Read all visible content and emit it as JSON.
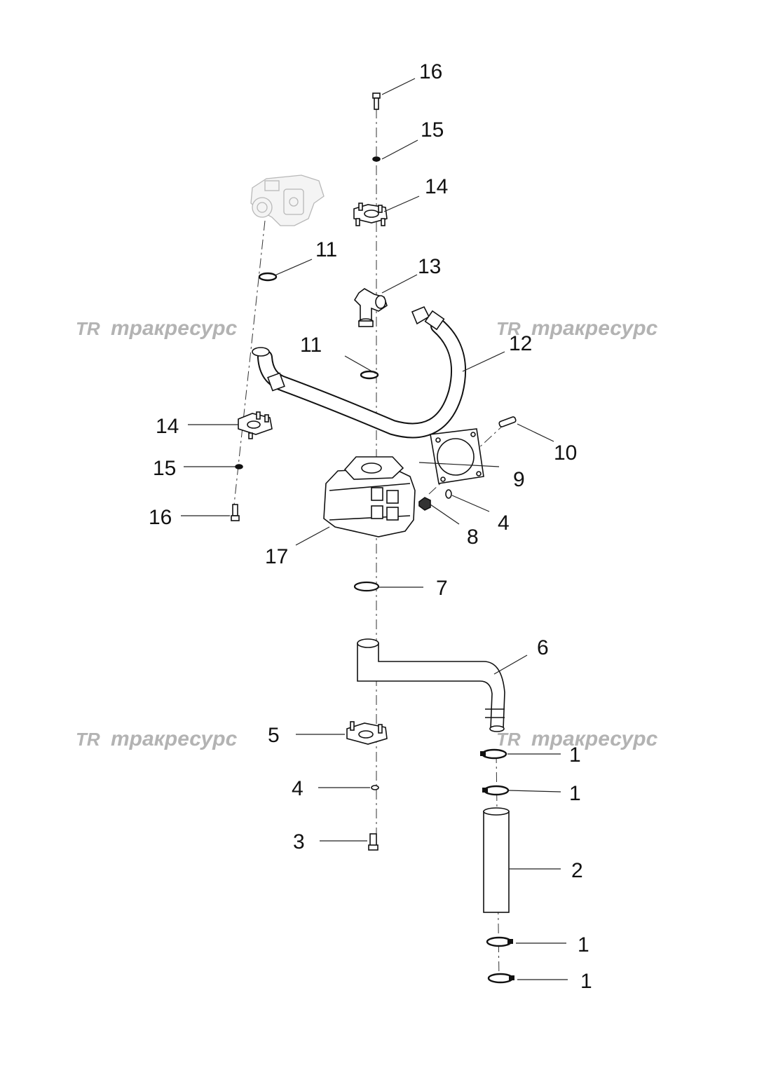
{
  "watermark": {
    "logo": "TR",
    "text": "тракресурс"
  },
  "callouts": [
    {
      "id": "16a",
      "label": "16"
    },
    {
      "id": "15a",
      "label": "15"
    },
    {
      "id": "14a",
      "label": "14"
    },
    {
      "id": "11a",
      "label": "11"
    },
    {
      "id": "13",
      "label": "13"
    },
    {
      "id": "11b",
      "label": "11"
    },
    {
      "id": "12",
      "label": "12"
    },
    {
      "id": "14b",
      "label": "14"
    },
    {
      "id": "10",
      "label": "10"
    },
    {
      "id": "15b",
      "label": "15"
    },
    {
      "id": "9",
      "label": "9"
    },
    {
      "id": "16b",
      "label": "16"
    },
    {
      "id": "4a",
      "label": "4"
    },
    {
      "id": "8",
      "label": "8"
    },
    {
      "id": "17",
      "label": "17"
    },
    {
      "id": "7",
      "label": "7"
    },
    {
      "id": "6",
      "label": "6"
    },
    {
      "id": "5",
      "label": "5"
    },
    {
      "id": "1a",
      "label": "1"
    },
    {
      "id": "1b",
      "label": "1"
    },
    {
      "id": "4b",
      "label": "4"
    },
    {
      "id": "3",
      "label": "3"
    },
    {
      "id": "2",
      "label": "2"
    },
    {
      "id": "1c",
      "label": "1"
    },
    {
      "id": "1d",
      "label": "1"
    }
  ]
}
